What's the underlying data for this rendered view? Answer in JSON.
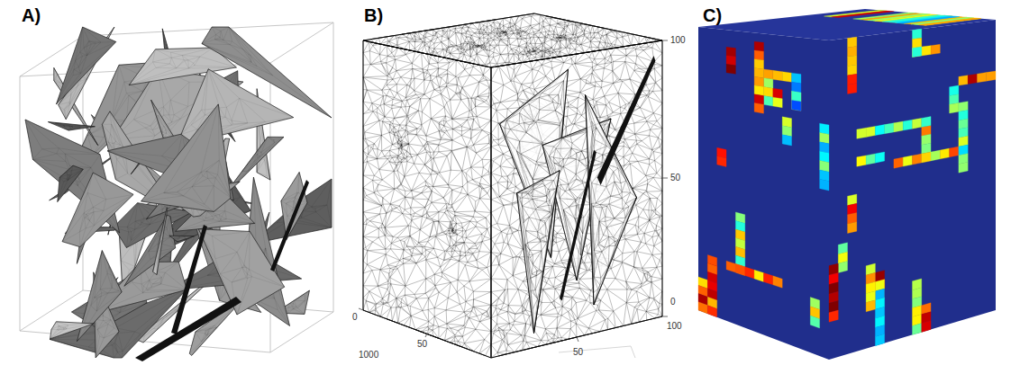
{
  "diagram": {
    "labels": [
      "A)",
      "B)",
      "C)",
      "100",
      "50",
      "0",
      "0",
      "50",
      "1000",
      "50",
      "100"
    ]
  }
}
